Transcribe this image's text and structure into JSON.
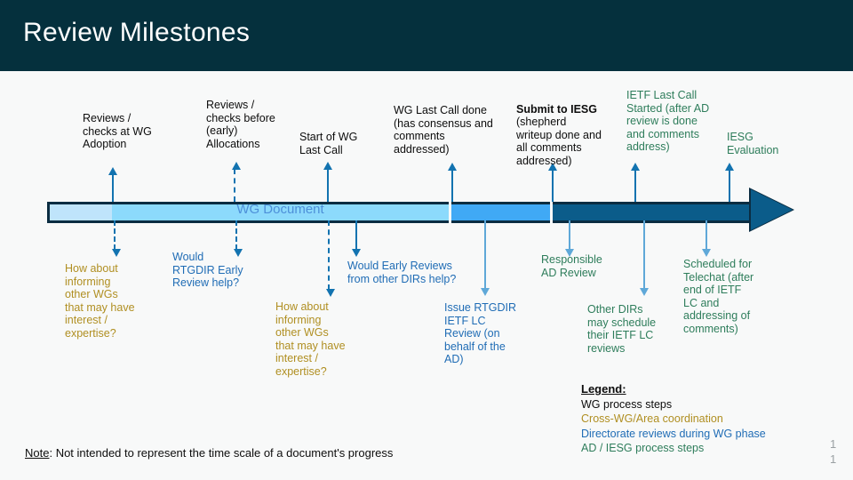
{
  "header": {
    "title": "Review Milestones"
  },
  "timeline": {
    "bar_label": "WG Document",
    "colors": {
      "segment_light": "#bfe4fb",
      "segment_cyan": "#8cdafc",
      "segment_blue": "#40a9f5",
      "segment_dark": "#0b5c8a",
      "outline": "#0b2d42"
    }
  },
  "top_labels": [
    {
      "text": "Reviews /\ncheckss at WG\nAdoption",
      "color": "black"
    },
    {
      "text": "Reviews /\nchecks before\n(early)\nAllocations",
      "color": "black"
    },
    {
      "text": "Start of WG\nLast Call",
      "color": "black"
    },
    {
      "text": "WG Last Call done\n(has consensus and\ncomments\naddressed)",
      "color": "black"
    },
    {
      "text_bold": "Submit to IESG",
      "text": "(shepherd\nwriteup done and\nall comments\naddressed)",
      "color": "black"
    },
    {
      "text": "IETF Last Call\nStarted (after AD\nreview is done\nand comments\naddress)",
      "color": "green"
    },
    {
      "text": "IESG\nEvaluation",
      "color": "green"
    }
  ],
  "top_labels_fixed": {
    "l1": "Reviews /\nchecks at WG\nAdoption",
    "l2": "Reviews /\nchecks before\n(early)\nAllocations",
    "l3": "Start of WG\nLast Call",
    "l4": "WG Last Call done\n(has consensus and\ncomments\naddressed)",
    "l5_bold": "Submit to IESG",
    "l5_rest": "(shepherd\nwriteup done and\nall comments\naddressed)",
    "l6": "IETF Last Call\nStarted (after AD\nreview is done\nand comments\naddress)",
    "l7": "IESG\nEvaluation"
  },
  "bottom_labels": {
    "b1": "How about\ninforming\nother WGs\nthat may have\ninterest /\nexpertise?",
    "b2": "Would\nRTGDIR Early\nReview help?",
    "b3": "How about\ninforming\nother WGs\nthat may have\ninterest /\nexpertise?",
    "b4": "Would Early Reviews\nfrom other DIRs help?",
    "b5": "Issue RTGDIR\nIETF LC\nReview (on\nbehalf of the\nAD)",
    "b6": "Responsible\nAD Review",
    "b7": "Other DIRs\nmay schedule\ntheir IETF LC\nreviews",
    "b8": "Scheduled for\nTelechat (after\nend of IETF\nLC and\naddressing of\ncomments)"
  },
  "legend": {
    "title": "Legend:",
    "items": [
      {
        "label": "WG process steps",
        "color": "#0d0d0d"
      },
      {
        "label": "Cross-WG/Area coordination",
        "color": "#b08f22"
      },
      {
        "label": "Directorate reviews during WG phase",
        "color": "#1f6cb5"
      },
      {
        "label": "AD / IESG process steps",
        "color": "#2e7d5b"
      }
    ]
  },
  "note": {
    "key": "Note",
    "rest": ": Not intended to represent the time scale of a document's progress"
  },
  "page_numbers": {
    "first": "1",
    "second": "1"
  }
}
